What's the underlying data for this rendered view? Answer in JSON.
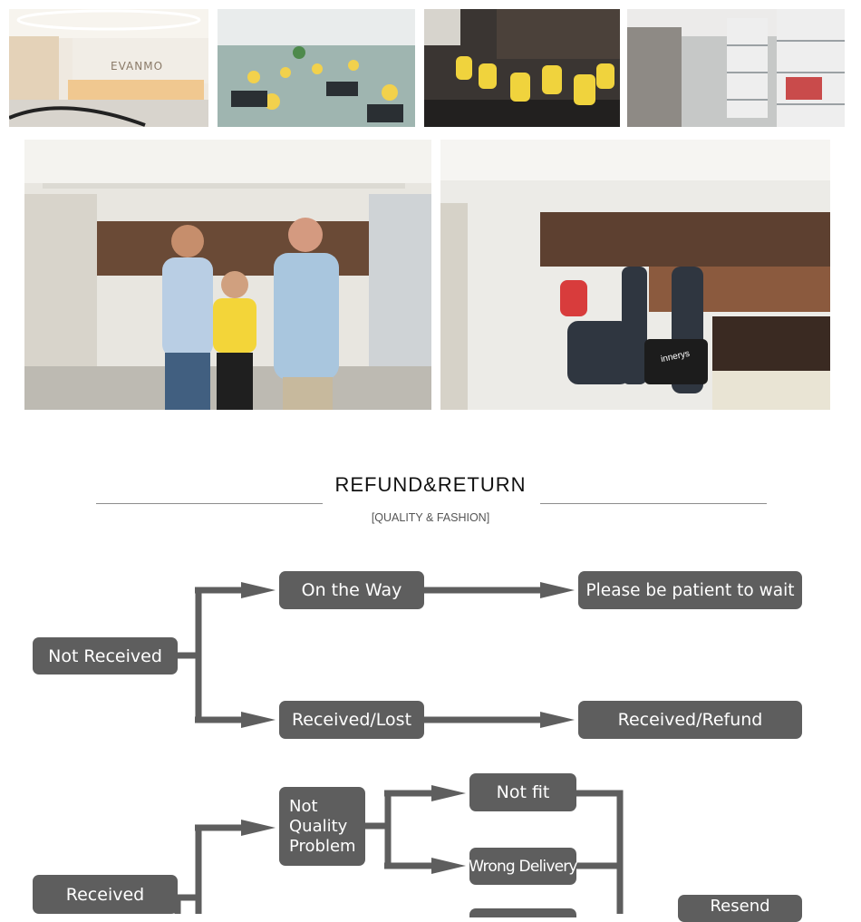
{
  "photos": {
    "lobby_sign": "EVANMO",
    "booth_bag_brand": "innerys"
  },
  "header": {
    "title": "REFUND&RETURN",
    "subtitle": "[QUALITY & FASHION]"
  },
  "flow": {
    "not_received": "Not Received",
    "on_the_way": "On the Way",
    "please_wait": "Please be patient to wait",
    "received_lost": "Received/Lost",
    "received_refund": "Received/Refund",
    "received": "Received",
    "not_quality_problem": "Not\nQuality\nProblem",
    "not_fit": "Not fit",
    "wrong_delivery": "Wrong Delivery",
    "resend": "Resend"
  },
  "colors": {
    "node": "#5e5e5e",
    "connector": "#5e5e5e"
  }
}
